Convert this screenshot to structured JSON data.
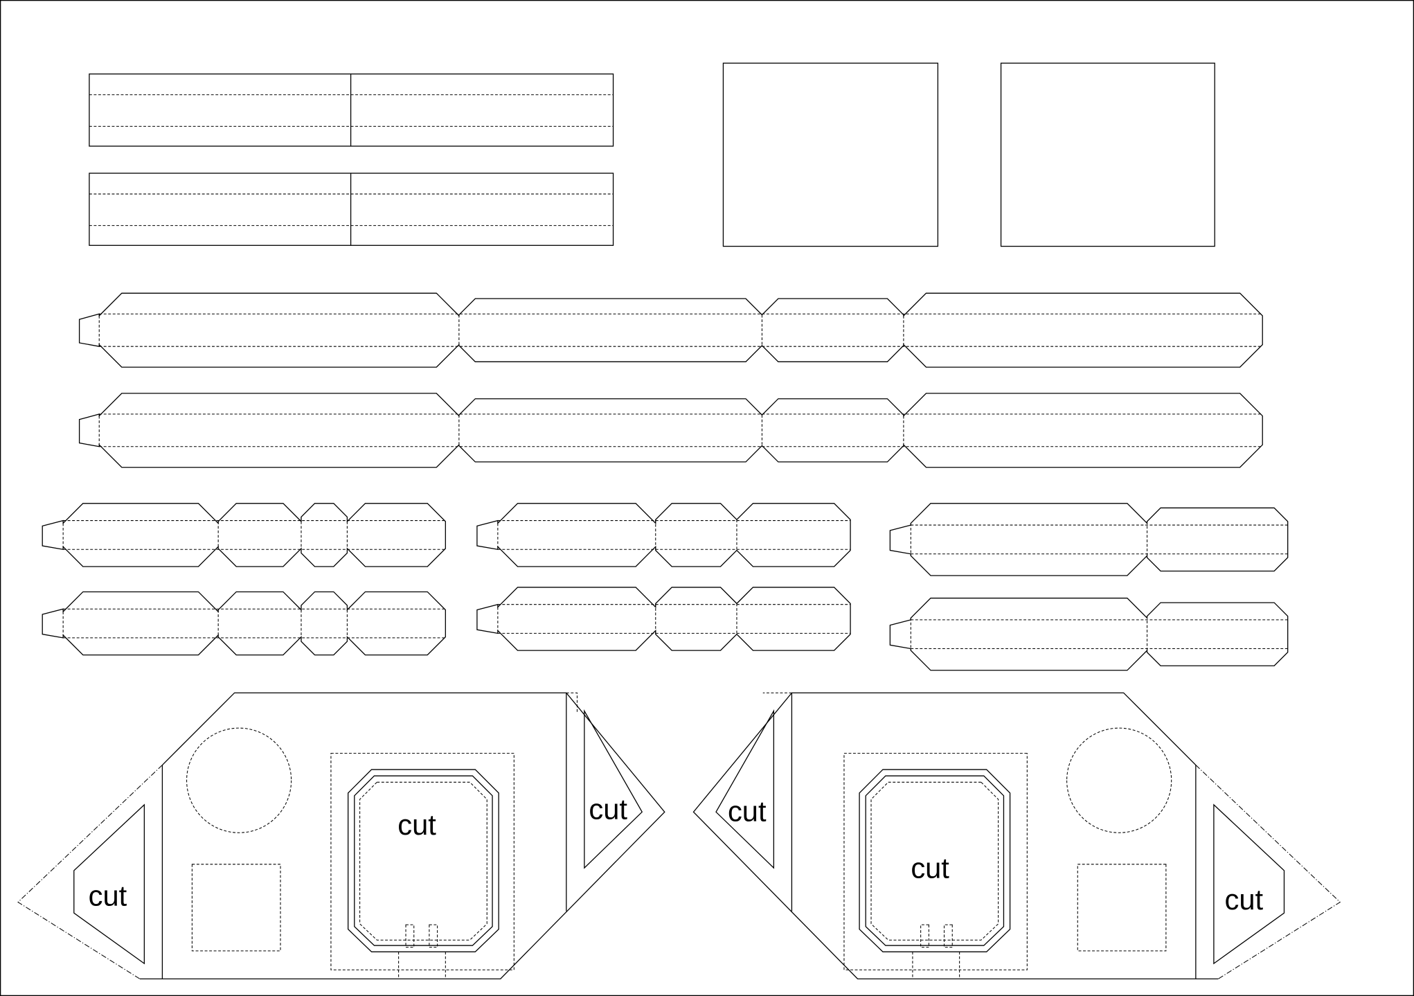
{
  "sheet": {
    "labels": {
      "left_piece_triangle": "cut",
      "left_piece_window": "cut",
      "left_piece_small_triangle": "cut",
      "right_piece_small_triangle": "cut",
      "right_piece_window": "cut",
      "right_piece_triangle": "cut"
    }
  }
}
